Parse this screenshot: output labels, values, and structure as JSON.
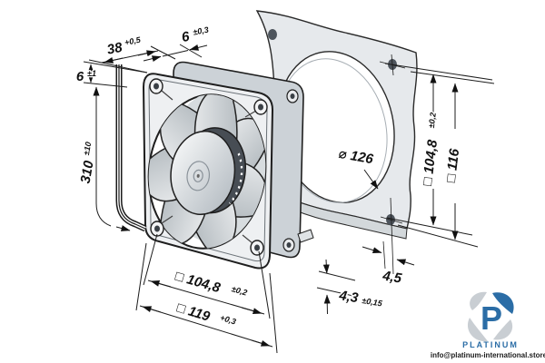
{
  "drawing": {
    "dims": {
      "depth": {
        "label": "38",
        "tol": "+0,5"
      },
      "inlet_side": {
        "label": "6",
        "tol": "±0,3"
      },
      "lead_end": {
        "label": "6",
        "tol": "±1"
      },
      "lead_length": {
        "label": "310",
        "tol": "±10"
      },
      "mount_spacing": {
        "label": "□ 104,8",
        "tol": "±0,2"
      },
      "frame_width": {
        "label": "□ 119",
        "tol": "+0,3"
      },
      "plate_opening": {
        "label": "⌀ 126",
        "tol": ""
      },
      "plate_spacing": {
        "label": "□ 104,8",
        "tol": "±0,2"
      },
      "plate_outer": {
        "label": "□ 116",
        "tol": ""
      },
      "plate_hole": {
        "label": "4,5",
        "tol": ""
      },
      "plate_thickness": {
        "label": "4,3",
        "tol": "±0,15"
      }
    }
  },
  "branding": {
    "name": "PLATINUM",
    "email": "info@platinum-international.store",
    "accent_blue": "#2b6da6",
    "accent_gray": "#c9ced3"
  },
  "colors": {
    "line": "#1c1c1c",
    "gasket_fill": "#e6e9ec",
    "hole_fill": "#4e555d"
  }
}
